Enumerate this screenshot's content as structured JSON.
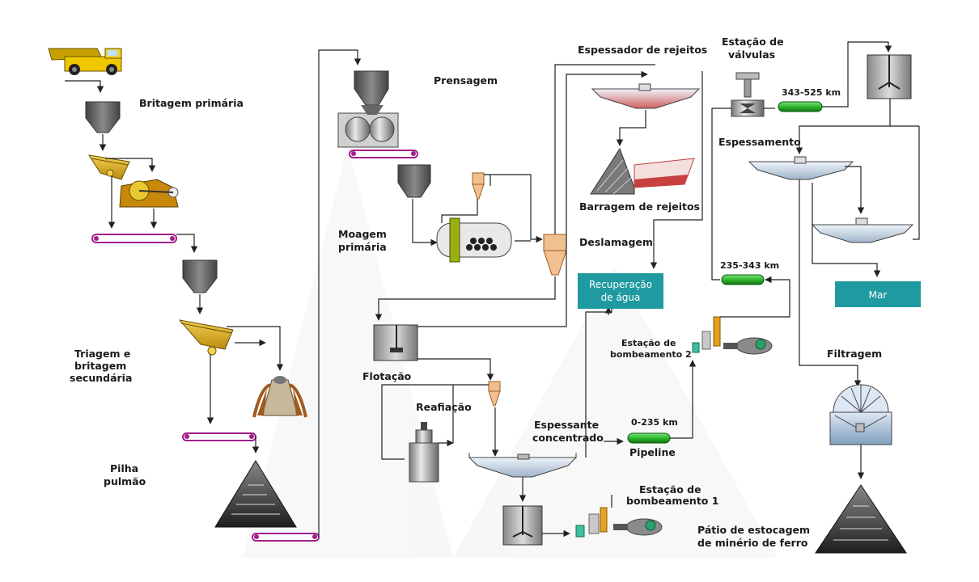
{
  "labels": {
    "britagem_primaria": "Britagem primária",
    "triagem_1": "Triagem e",
    "triagem_2": "britagem",
    "triagem_3": "secundária",
    "pilha_1": "Pilha",
    "pilha_2": "pulmão",
    "prensagem": "Prensagem",
    "moagem_1": "Moagem",
    "moagem_2": "primária",
    "flotacao": "Flotação",
    "reafiacao": "Reafiação",
    "espessante_1": "Espessante",
    "espessante_2": "concentrado",
    "espessador_rejeitos": "Espessador de rejeitos",
    "barragem_rejeitos": "Barragem de rejeitos",
    "deslamagem": "Deslamagem",
    "recuperacao_1": "Recuperação",
    "recuperacao_2": "de água",
    "estacao_valvulas_1": "Estação de",
    "estacao_valvulas_2": "válvulas",
    "espessamento": "Espessamento",
    "mar": "Mar",
    "filtragem": "Filtragem",
    "patio_1": "Pátio de estocagem",
    "patio_2": "de minério de ferro",
    "pipeline": "Pipeline",
    "bomb2_1": "Estação de",
    "bomb2_2": "bombeamento 2",
    "bomb1_1": "Estação de",
    "bomb1_2": "bombeamento 1",
    "km_0_235": "0-235 km",
    "km_235_343": "235-343 km",
    "km_343_525": "343-525 km"
  },
  "colors": {
    "teal_box": "#1e9aa0",
    "pipe_green": "#2db82d",
    "hopper_gray": "#5a5a5a",
    "conveyor": "#a0208c",
    "screen_yellow": "#e0b020",
    "tailings_red": "#c84040"
  }
}
